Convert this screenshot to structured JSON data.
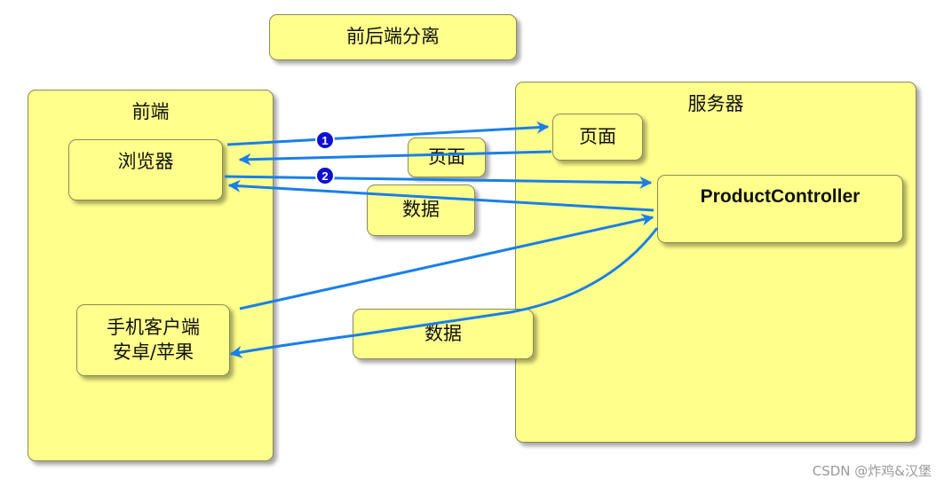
{
  "title": "前后端分离",
  "frontend": {
    "title": "前端",
    "browser": "浏览器",
    "mobile_line1": "手机客户端",
    "mobile_line2": "安卓/苹果"
  },
  "server": {
    "title": "服务器",
    "page": "页面",
    "controller": "ProductController"
  },
  "edge_labels": {
    "page_response": "页面",
    "data_browser": "数据",
    "data_mobile": "数据"
  },
  "step_badges": [
    "1",
    "2"
  ],
  "colors": {
    "box_fill": "#ffff8c",
    "arrow": "#1a7fe8",
    "badge": "#1010d0"
  },
  "watermark": "CSDN @炸鸡&汉堡"
}
